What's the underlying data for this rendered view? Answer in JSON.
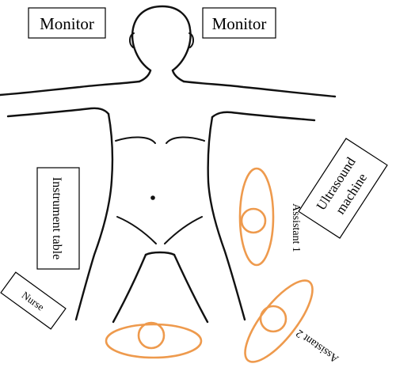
{
  "labels": {
    "monitor_left": "Monitor",
    "monitor_right": "Monitor",
    "instrument_table": "Instrument table",
    "ultrasound_line1": "Ultrasound",
    "ultrasound_line2": "machine",
    "nurse": "Nurse",
    "assistant_1": "Assistant 1",
    "assistant_2": "Assistant 2"
  },
  "colors": {
    "staff_marker": "#ee9a4d",
    "body_outline": "#111111",
    "box_border": "#000000"
  }
}
